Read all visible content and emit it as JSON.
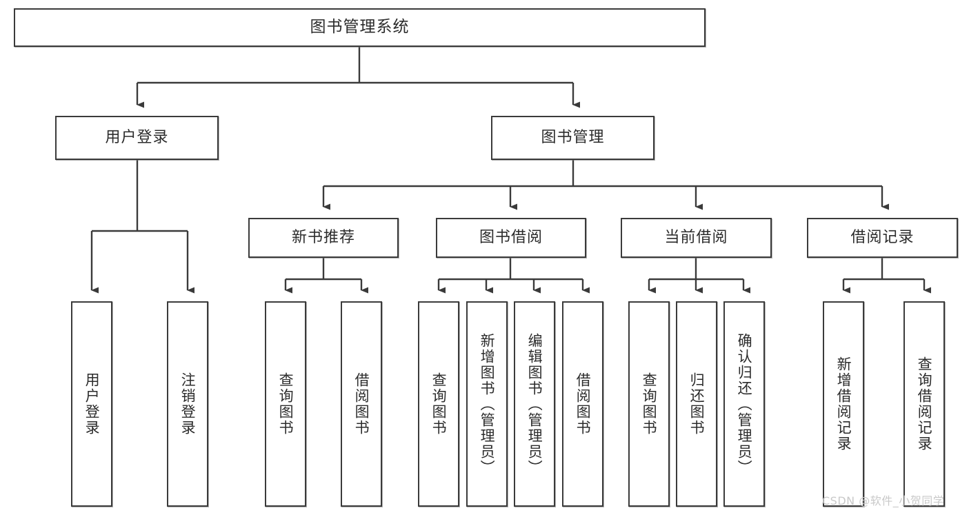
{
  "diagram": {
    "title": "图书管理系统",
    "watermark": "CSDN @软件_小贺同学",
    "colors": {
      "stroke": "#3a3a3a",
      "box_fill": "#ffffff",
      "text": "#2b2b2b",
      "watermark": "#c9c9c9",
      "background": "#ffffff"
    },
    "root": {
      "label": "图书管理系统"
    },
    "level2": [
      {
        "label": "用户登录"
      },
      {
        "label": "图书管理"
      }
    ],
    "level3": [
      {
        "label": "新书推荐"
      },
      {
        "label": "图书借阅"
      },
      {
        "label": "当前借阅"
      },
      {
        "label": "借阅记录"
      }
    ],
    "leaves": {
      "user_login": [
        {
          "label": "用户登录"
        },
        {
          "label": "注销登录"
        }
      ],
      "new_book_recommend": [
        {
          "label": "查询图书"
        },
        {
          "label": "借阅图书"
        }
      ],
      "book_borrow": [
        {
          "label": "查询图书"
        },
        {
          "label": "新增图书（管理员）"
        },
        {
          "label": "编辑图书（管理员）"
        },
        {
          "label": "借阅图书"
        }
      ],
      "current_borrow": [
        {
          "label": "查询图书"
        },
        {
          "label": "归还图书"
        },
        {
          "label": "确认归还（管理员）"
        }
      ],
      "borrow_record": [
        {
          "label": "新增借阅记录"
        },
        {
          "label": "查询借阅记录"
        }
      ]
    }
  }
}
